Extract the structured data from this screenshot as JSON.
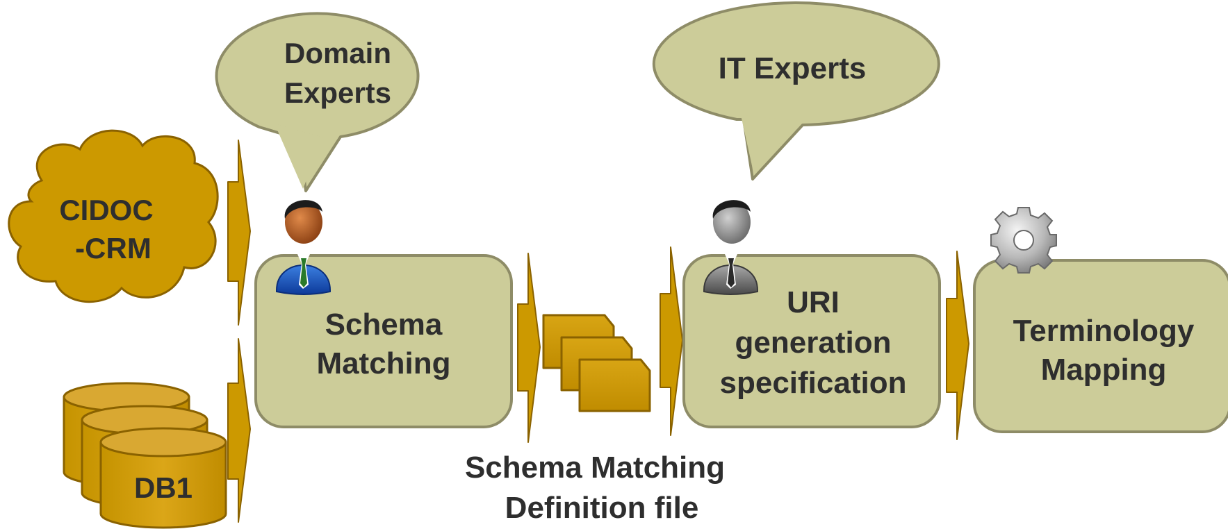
{
  "sources": {
    "ontology": {
      "line1": "CIDOC",
      "line2": "-CRM"
    },
    "database": {
      "label": "DB1"
    }
  },
  "roles": {
    "domain_experts": {
      "line1": "Domain",
      "line2": "Experts"
    },
    "it_experts": {
      "label": "IT Experts"
    }
  },
  "steps": {
    "schema_matching": {
      "line1": "Schema",
      "line2": "Matching"
    },
    "uri_generation": {
      "line1": "URI",
      "line2": "generation",
      "line3": "specification"
    },
    "terminology_mapping": {
      "line1": "Terminology",
      "line2": "Mapping"
    }
  },
  "artifact": {
    "line1": "Schema Matching",
    "line2": "Definition file"
  },
  "icons": [
    "cloud-icon",
    "database-icon",
    "person-icon",
    "documents-icon",
    "gear-icon",
    "arrow-icon"
  ],
  "colors": {
    "gold": "#cc9900",
    "gold_dark": "#8a6200",
    "box_fill": "#cccc99",
    "box_stroke": "#8e8c67",
    "text": "#2e2e2e"
  }
}
